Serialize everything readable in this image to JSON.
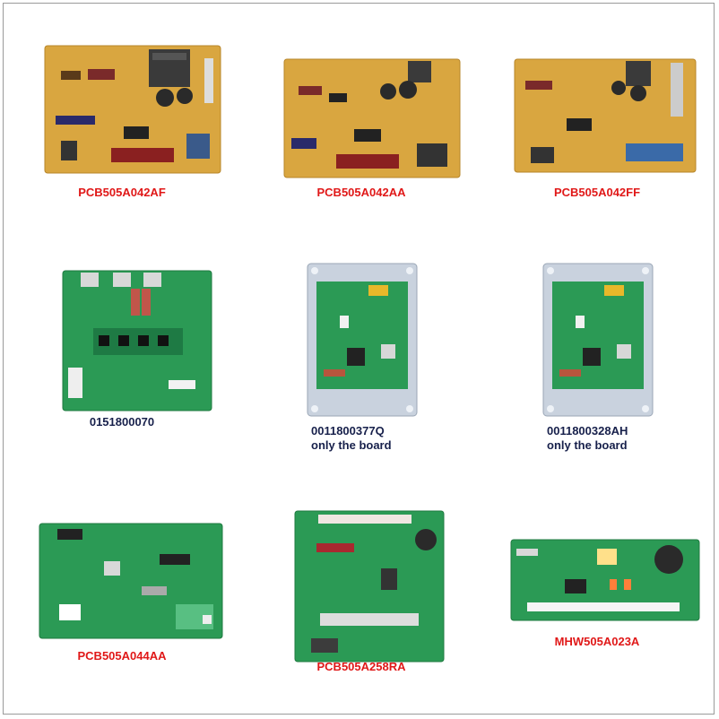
{
  "colors": {
    "caption_red": "#e01818",
    "caption_dark": "#17204b",
    "pcb_yellow": "#d9a640",
    "pcb_green": "#2b9a55",
    "heatsink_silver": "#c9d2de"
  },
  "products": [
    {
      "id": "p1",
      "board": "yellow",
      "caption_lines": [
        "PCB505A042AF"
      ],
      "caption_color": "red"
    },
    {
      "id": "p2",
      "board": "yellow",
      "caption_lines": [
        "PCB505A042AA"
      ],
      "caption_color": "red"
    },
    {
      "id": "p3",
      "board": "yellow",
      "caption_lines": [
        "PCB505A042FF"
      ],
      "caption_color": "red"
    },
    {
      "id": "p4",
      "board": "green-driver",
      "caption_lines": [
        "0151800070"
      ],
      "caption_color": "dark"
    },
    {
      "id": "p5",
      "board": "green-on-plate",
      "caption_lines": [
        "0011800377Q",
        "only the board"
      ],
      "caption_color": "dark"
    },
    {
      "id": "p6",
      "board": "green-on-plate",
      "caption_lines": [
        "0011800328AH",
        "only the board"
      ],
      "caption_color": "dark"
    },
    {
      "id": "p7",
      "board": "green",
      "caption_lines": [
        "PCB505A044AA"
      ],
      "caption_color": "red"
    },
    {
      "id": "p8",
      "board": "green",
      "caption_lines": [
        "PCB505A258RA"
      ],
      "caption_color": "red"
    },
    {
      "id": "p9",
      "board": "green",
      "caption_lines": [
        "MHW505A023A"
      ],
      "caption_color": "red"
    }
  ]
}
